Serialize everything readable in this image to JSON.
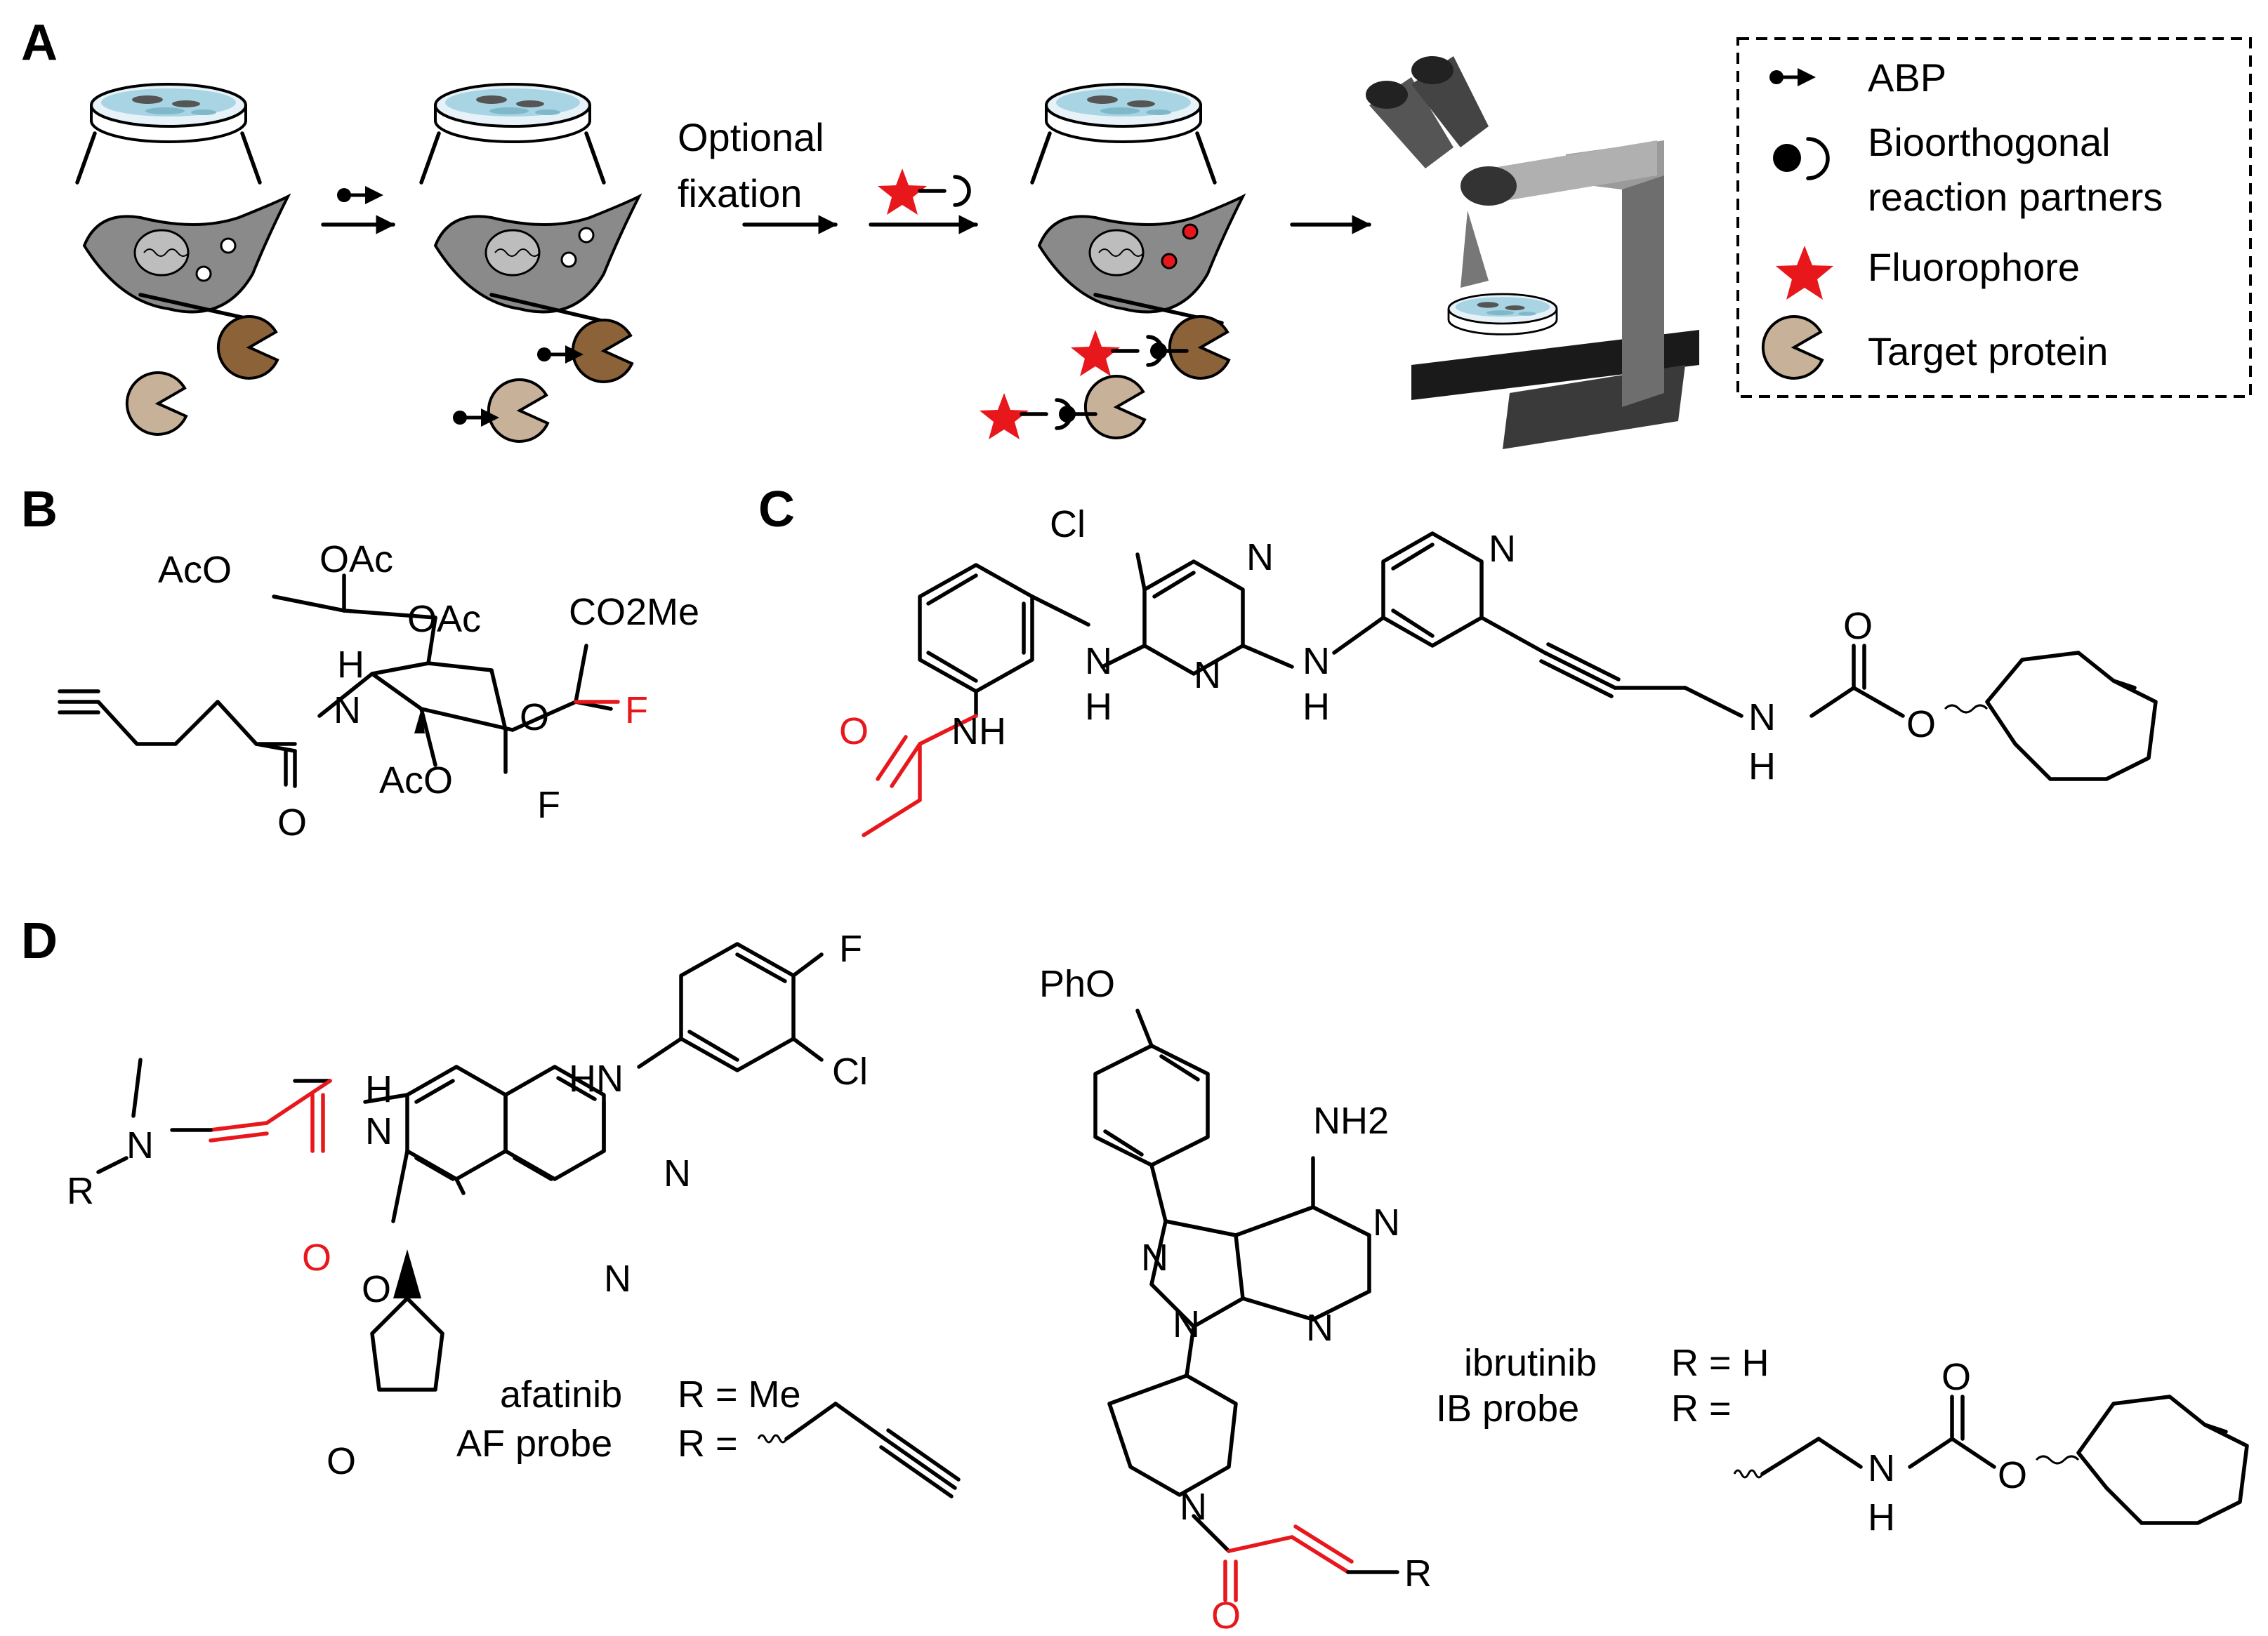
{
  "panels": {
    "a": "A",
    "b": "B",
    "c": "C",
    "d": "D"
  },
  "scheme": {
    "step_optional": "Optional",
    "step_fixation": "fixation"
  },
  "legend": {
    "abp": "ABP",
    "bioorthogonal_1": "Bioorthogonal",
    "bioorthogonal_2": "reaction partners",
    "fluorophore": "Fluorophore",
    "target": "Target protein"
  },
  "colors": {
    "red": "#e8171c",
    "protein_dark": "#8c6239",
    "protein_light": "#c7b299",
    "cell": "#808080",
    "dish": "#cfe7f0"
  },
  "chem_b": {
    "aco1": "AcO",
    "oac1": "OAc",
    "oac2": "OAc",
    "co2me": "CO2Me",
    "h": "H",
    "n": "N",
    "o_ring": "O",
    "f1": "F",
    "aco2": "AcO",
    "f2": "F",
    "o_amide": "O"
  },
  "chem_c": {
    "cl": "Cl",
    "n1": "N",
    "n2": "N",
    "n_py": "N",
    "nh1_n": "N",
    "nh1_h": "H",
    "nh2_n": "N",
    "nh2_h": "H",
    "nh_acr": "NH",
    "o_acr": "O",
    "o_carb": "O",
    "nh_carb_n": "N",
    "nh_carb_h": "H",
    "o_ester": "O"
  },
  "chem_d": {
    "f": "F",
    "hn": "HN",
    "cl": "Cl",
    "h": "H",
    "n_amide": "N",
    "n_quin1": "N",
    "n_quin2": "N",
    "r": "R",
    "n_me": "N",
    "o_red": "O",
    "o_ether": "O",
    "o_thf": "O",
    "afatinib_name": "afatinib",
    "afatinib_r": "R = Me",
    "af_probe_name": "AF probe",
    "af_probe_r": "R =",
    "pho": "PhO",
    "nh2": "NH2",
    "n_pz1": "N",
    "n_pz2": "N",
    "n_pyr1": "N",
    "n_pyr2": "N",
    "n_pip": "N",
    "o_red2": "O",
    "r2": "R",
    "ibrutinib_name": "ibrutinib",
    "ibrutinib_r": "R = H",
    "ib_probe_name": "IB probe",
    "ib_probe_r": "R =",
    "o_carb": "O",
    "nh_n": "N",
    "nh_h": "H",
    "o_ester": "O"
  }
}
